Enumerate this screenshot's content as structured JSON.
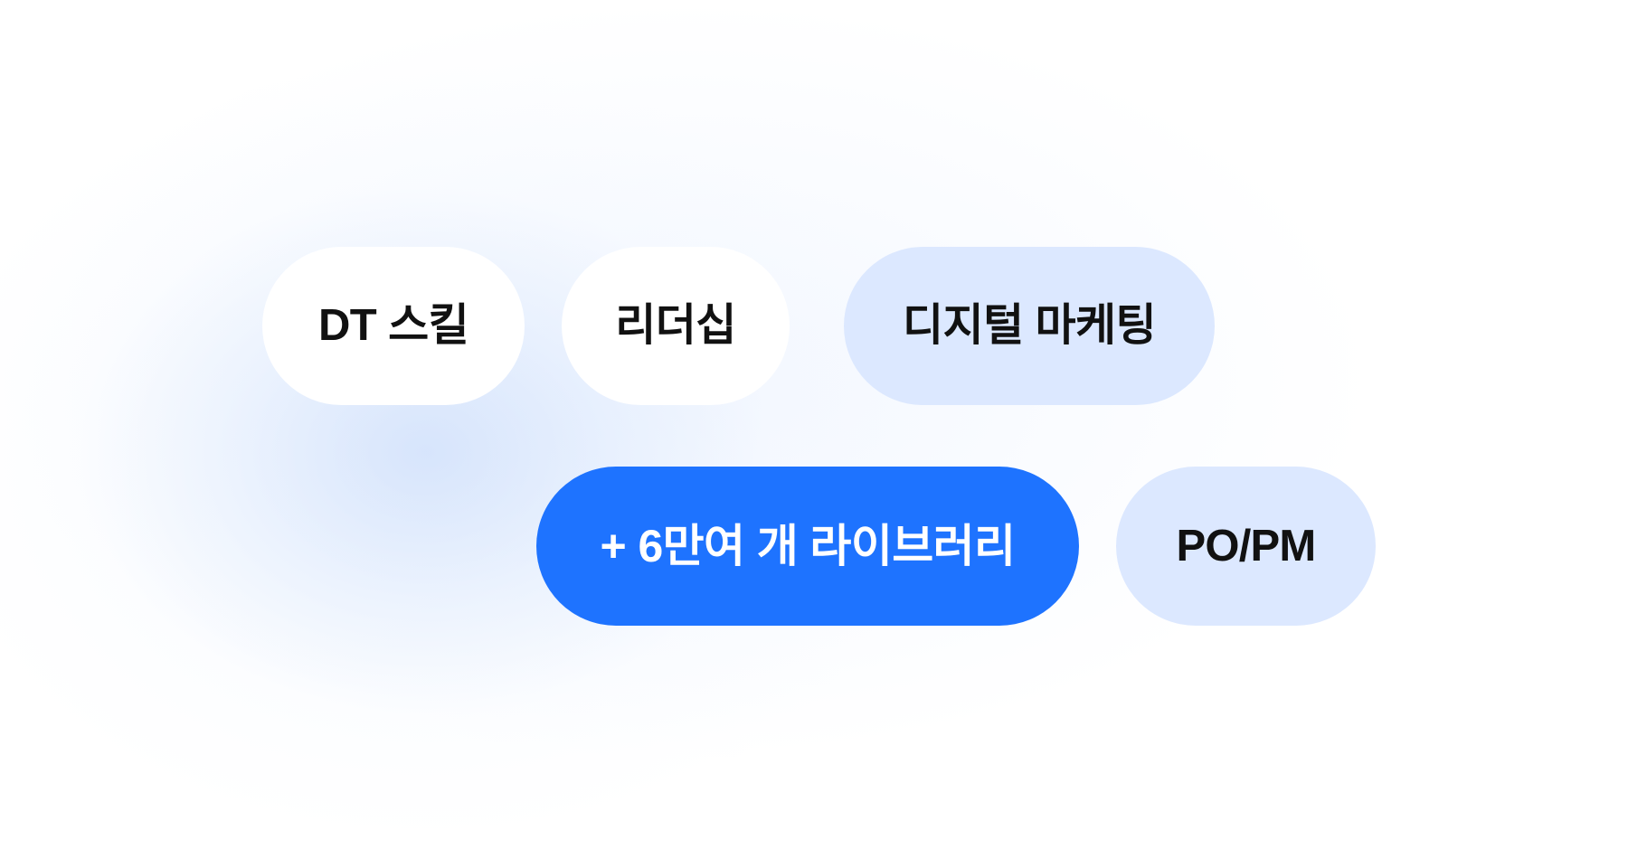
{
  "chips": {
    "dt_skill": "DT 스킬",
    "leadership": "리더십",
    "digital_marketing": "디지털 마케팅",
    "library": "+ 6만여 개 라이브러리",
    "po_pm": "PO/PM"
  },
  "colors": {
    "background": "#ffffff",
    "glow": "#d9e7ff",
    "chip_white": "#ffffff",
    "chip_soft": "#dce8ff",
    "chip_primary": "#1e73ff",
    "text_dark": "#111111",
    "text_light": "#ffffff"
  }
}
